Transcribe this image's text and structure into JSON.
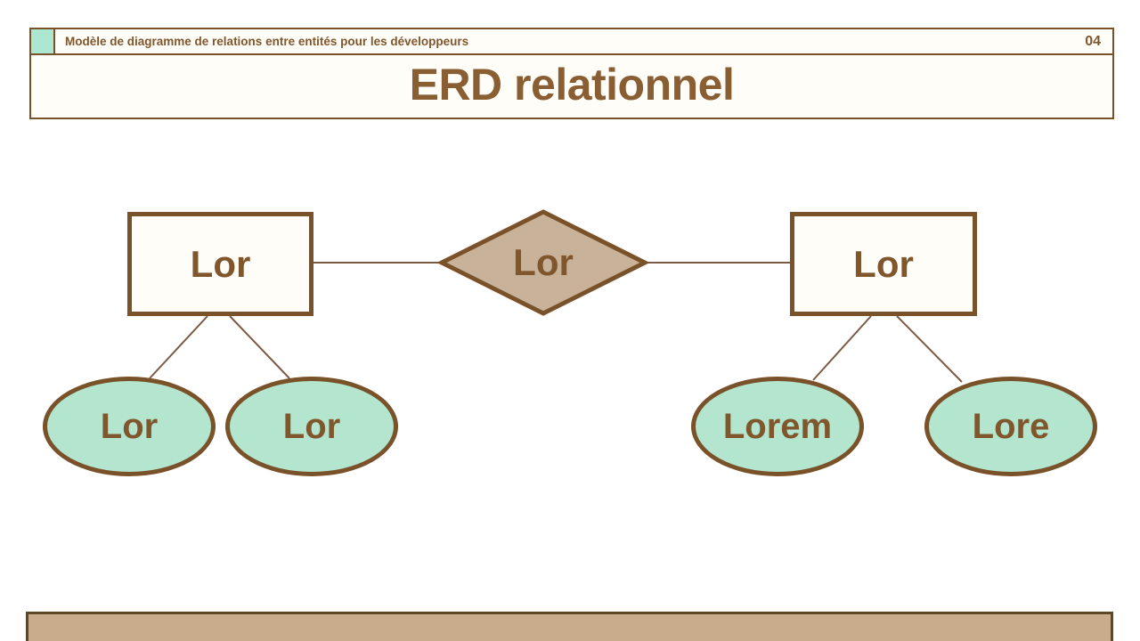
{
  "header": {
    "subtitle": "Modèle de diagramme de relations entre entités pour les développeurs",
    "page_number": "04",
    "title": "ERD relationnel"
  },
  "diagram": {
    "entities": [
      {
        "label": "Lor"
      },
      {
        "label": "Lor"
      }
    ],
    "relationship": {
      "label": "Lor"
    },
    "attributes": [
      {
        "label": "Lor"
      },
      {
        "label": "Lor"
      },
      {
        "label": "Lorem"
      },
      {
        "label": "Lore"
      }
    ]
  },
  "colors": {
    "brown_border": "#7a5229",
    "brown_text": "#80562d",
    "title_text": "#8a5e33",
    "diamond_fill": "#c8b29a",
    "ellipse_fill": "#b3e5cf",
    "accent_mint": "#abe7d1",
    "bar_fill": "#c9ac8b",
    "bar_border": "#5f4626",
    "line_brown": "#7d5a43",
    "box_fill": "#fffdf8"
  }
}
